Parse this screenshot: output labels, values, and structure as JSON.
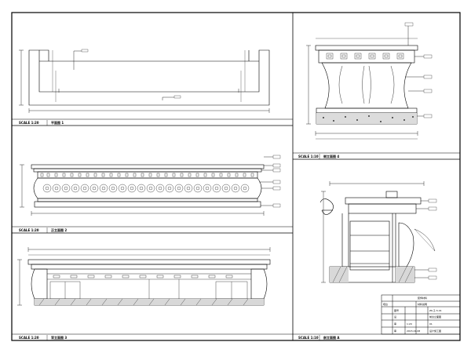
{
  "sheet": {
    "panels": [
      {
        "scale": "SCALE 1:20",
        "title": "平面图 1"
      },
      {
        "scale": "SCALE 1:20",
        "title": "正立面图 2"
      },
      {
        "scale": "SCALE 1:20",
        "title": "背立面图 3"
      },
      {
        "scale": "SCALE 1:10",
        "title": "侧立面图 4"
      },
      {
        "scale": "SCALE 1:10",
        "title": "剖立面图 A"
      }
    ],
    "title_block": {
      "header": "装饰材料",
      "sub": "材料说明",
      "left": [
        "图号",
        "设",
        "审",
        "审"
      ],
      "right": [
        "ZK-子-5-01",
        "前台立面图",
        "01",
        "1:20",
        "设计施工图",
        "2015.01.08"
      ],
      "drawer": "吧台"
    }
  }
}
